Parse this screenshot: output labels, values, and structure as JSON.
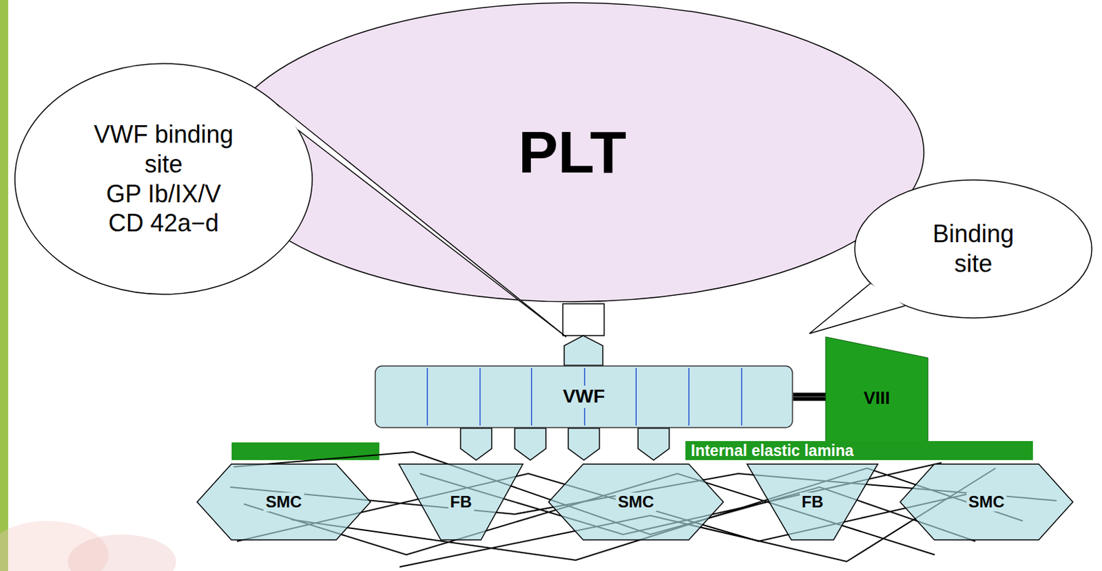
{
  "diagram": {
    "nodes": [
      {
        "text": [
          "PLT"
        ]
      },
      {
        "text": [
          "VWF binding site",
          "GP Ib/IX/V CD 42a−d"
        ]
      },
      {
        "text": [
          "Binding site"
        ]
      },
      {
        "text": [
          "VWF"
        ]
      },
      {
        "text": [
          "VIII"
        ]
      },
      {
        "text": [
          "Internal elastic lamina"
        ]
      },
      {
        "text": [
          "SMC"
        ]
      },
      {
        "text": [
          "FB"
        ]
      },
      {
        "text": [
          "SMC"
        ]
      },
      {
        "text": [
          "FB"
        ]
      },
      {
        "text": [
          "SMC"
        ]
      }
    ],
    "edges": [
      {
        "from": 3,
        "to": 4,
        "arrow": "none"
      }
    ]
  }
}
